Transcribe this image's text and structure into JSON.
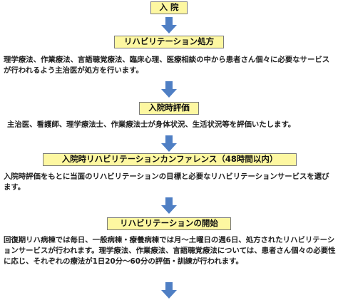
{
  "steps": [
    {
      "title": "入 院",
      "description": ""
    },
    {
      "title": "リハビリテーション処方",
      "description": "理学療法、作業療法、言語聴覚療法、臨床心理、医療相談の中から患者さん個々に必要なサービスが行われるよう主治医が処方を行います。"
    },
    {
      "title": "入院時評価",
      "description": "主治医、看護師、理学療法士、作業療法士が身体状況、生活状況等を評価いたします。"
    },
    {
      "title": "入院時リハビリテーションカンファレンス（48時間以内）",
      "description": "入院時評価をもとに当面のリハビリテーションの目標と必要なリハビリテーションサービスを選びます。"
    },
    {
      "title": "リハビリテーションの開始",
      "description": "回復期リハ病棟では毎日、一般病棟・療養病棟では月～土曜日の週6日、処方されたリハビリテーションサービスが行われます。理学療法、作業療法、言語聴覚療法については、患者さん個々の必要性に応じ、それぞれの療法が1日20分～60分の評価・訓練が行われます。"
    }
  ],
  "colors": {
    "box_fill": "#fdf7a1",
    "box_border": "#7a7a7a",
    "arrow": "#4f7fc4"
  },
  "icons": {
    "arrow": "arrow-down-icon"
  }
}
